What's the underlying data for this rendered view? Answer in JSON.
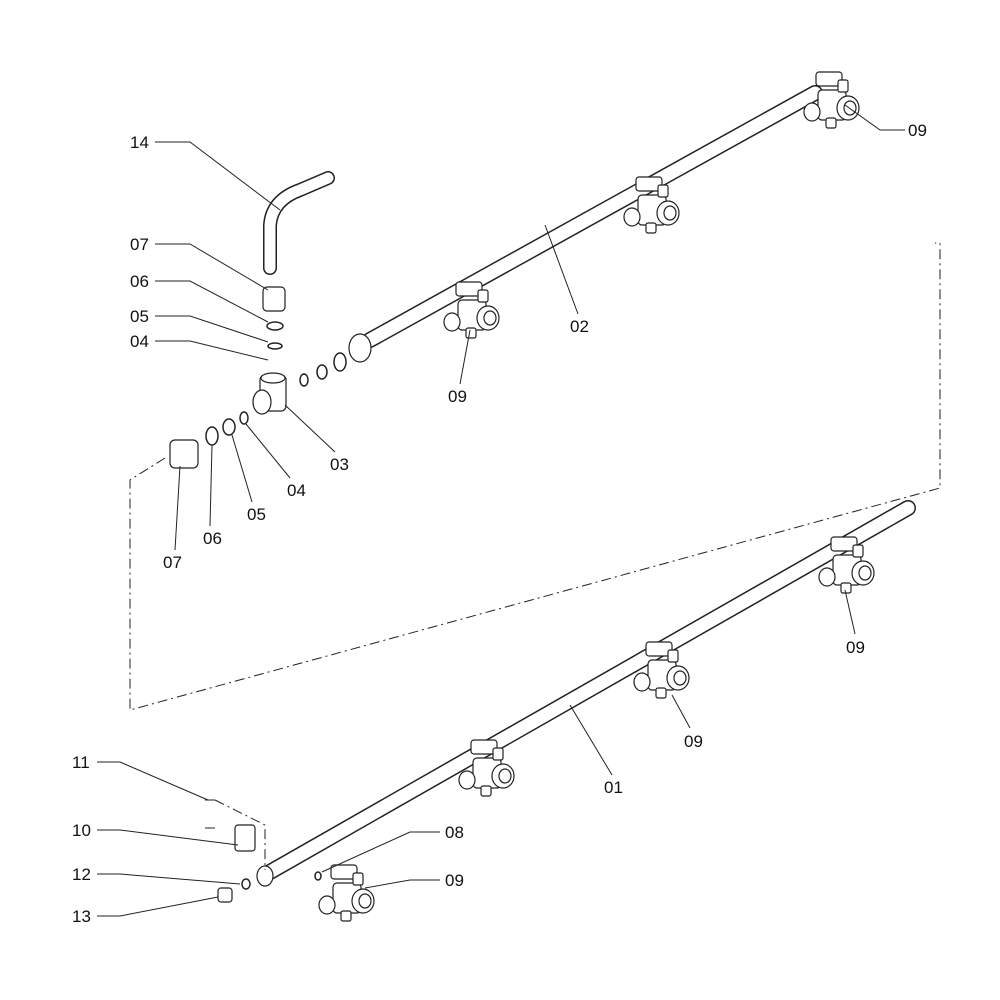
{
  "diagram": {
    "callouts": [
      {
        "id": "c14",
        "text": "14"
      },
      {
        "id": "c07a",
        "text": "07"
      },
      {
        "id": "c06a",
        "text": "06"
      },
      {
        "id": "c05a",
        "text": "05"
      },
      {
        "id": "c04a",
        "text": "04"
      },
      {
        "id": "c03",
        "text": "03"
      },
      {
        "id": "c04b",
        "text": "04"
      },
      {
        "id": "c05b",
        "text": "05"
      },
      {
        "id": "c06b",
        "text": "06"
      },
      {
        "id": "c07b",
        "text": "07"
      },
      {
        "id": "c02",
        "text": "02"
      },
      {
        "id": "c09a",
        "text": "09"
      },
      {
        "id": "c09b",
        "text": "09"
      },
      {
        "id": "c09c",
        "text": "09"
      },
      {
        "id": "c09d",
        "text": "09"
      },
      {
        "id": "c01",
        "text": "01"
      },
      {
        "id": "c11",
        "text": "11"
      },
      {
        "id": "c10",
        "text": "10"
      },
      {
        "id": "c12",
        "text": "12"
      },
      {
        "id": "c13",
        "text": "13"
      },
      {
        "id": "c08",
        "text": "08"
      },
      {
        "id": "c09e",
        "text": "09"
      }
    ]
  }
}
